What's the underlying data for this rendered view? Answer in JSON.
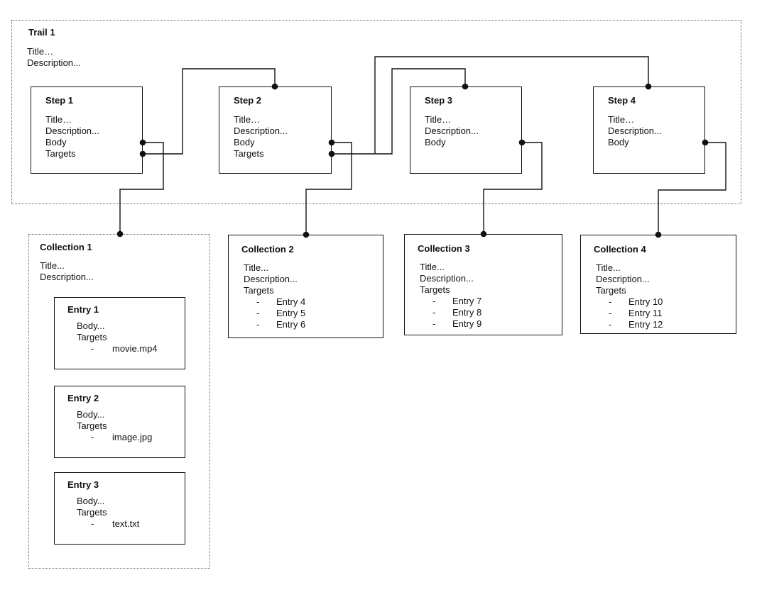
{
  "trail": {
    "label": "Trail 1",
    "title": "Title…",
    "description": "Description..."
  },
  "steps": [
    {
      "label": "Step 1",
      "title": "Title…",
      "description": "Description...",
      "body": "Body",
      "targets": "Targets"
    },
    {
      "label": "Step 2",
      "title": "Title…",
      "description": "Description...",
      "body": "Body",
      "targets": "Targets"
    },
    {
      "label": "Step 3",
      "title": "Title…",
      "description": "Description...",
      "body": "Body"
    },
    {
      "label": "Step 4",
      "title": "Title…",
      "description": "Description...",
      "body": "Body"
    }
  ],
  "collections": [
    {
      "label": "Collection 1",
      "title": "Title...",
      "description": "Description..."
    },
    {
      "label": "Collection 2",
      "title": "Title...",
      "description": "Description...",
      "targets_label": "Targets",
      "entries": [
        "Entry 4",
        "Entry 5",
        "Entry 6"
      ]
    },
    {
      "label": "Collection 3",
      "title": "Title...",
      "description": "Description...",
      "targets_label": "Targets",
      "entries": [
        "Entry 7",
        "Entry 8",
        "Entry 9"
      ]
    },
    {
      "label": "Collection 4",
      "title": "Title...",
      "description": "Description...",
      "targets_label": "Targets",
      "entries": [
        "Entry 10",
        "Entry 11",
        "Entry 12"
      ]
    }
  ],
  "entries": [
    {
      "label": "Entry 1",
      "body": "Body...",
      "targets_label": "Targets",
      "files": [
        "movie.mp4"
      ]
    },
    {
      "label": "Entry 2",
      "body": "Body...",
      "targets_label": "Targets",
      "files": [
        "image.jpg"
      ]
    },
    {
      "label": "Entry 3",
      "body": "Body...",
      "targets_label": "Targets",
      "files": [
        "text.txt"
      ]
    }
  ],
  "glyphs": {
    "dash": "-"
  },
  "colors": {
    "line": "#111111",
    "text": "#111111",
    "background": "#ffffff"
  }
}
